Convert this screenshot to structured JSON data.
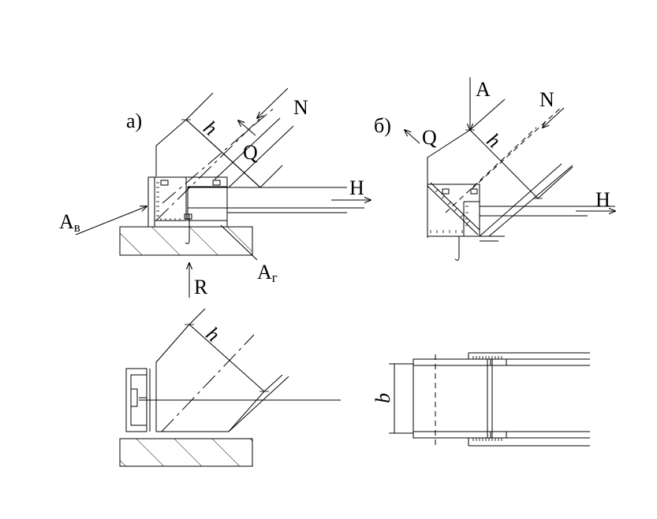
{
  "fig_a": {
    "caption": "а)",
    "N": "N",
    "h": "h",
    "Q": "Q",
    "H": "H",
    "A": "А",
    "A_v_sub": "в",
    "A_g_sub": "г",
    "R": "R"
  },
  "fig_b": {
    "caption": "б)",
    "A": "A",
    "N": "N",
    "Q": "Q",
    "h": "h",
    "H": "H"
  },
  "fig_c": {
    "h": "h"
  },
  "fig_d": {
    "b": "b"
  }
}
